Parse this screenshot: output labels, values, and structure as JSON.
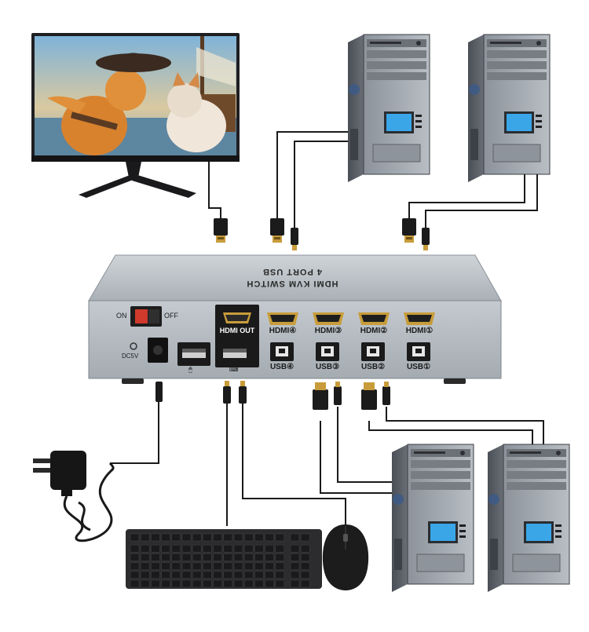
{
  "device": {
    "top_line1": "4 PORT USB",
    "top_line2": "HDMI KVM SWITCH",
    "power_on": "ON",
    "power_off": "OFF",
    "dc_label": "DC5V",
    "hdmi_out": "HDMI OUT",
    "hdmi_ports": [
      "HDMI④",
      "HDMI③",
      "HDMI②",
      "HDMI①"
    ],
    "usb_ports": [
      "USB④",
      "USB③",
      "USB②",
      "USB①"
    ]
  },
  "components": {
    "monitor": "monitor",
    "pcs": [
      "pc-top-left",
      "pc-top-right",
      "pc-bottom-left",
      "pc-bottom-right"
    ],
    "peripherals": [
      "keyboard",
      "mouse",
      "power-adapter"
    ]
  },
  "colors": {
    "switch_body": "#aeb5bb",
    "switch_front": "#c2c8cd",
    "tower_body": "#5f646c",
    "cable": "#1a1a1a"
  }
}
